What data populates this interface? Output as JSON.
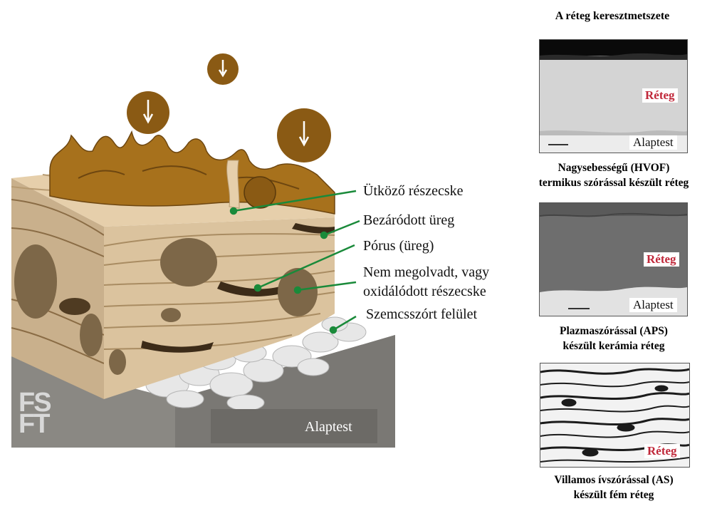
{
  "diagram": {
    "labels": {
      "impact": "Ütköző részecske",
      "closed_void": "Bezáródott üreg",
      "pore": "Pórus (üreg)",
      "unmelted_line1": "Nem megolvadt, vagy",
      "unmelted_line2": "oxidálódott részecske",
      "blasted": "Szemcsszórt felület"
    },
    "substrate_label": "Alaptest",
    "logo_line1": "FS",
    "logo_line2": "FT"
  },
  "cross_section": {
    "title": "A réteg keresztmetszete",
    "panels": [
      {
        "layer_tag": "Réteg",
        "substrate_tag": "Alaptest",
        "caption_line1": "Nagysebességű (HVOF)",
        "caption_line2": "termikus szórással készült réteg"
      },
      {
        "layer_tag": "Réteg",
        "substrate_tag": "Alaptest",
        "caption_line1": "Plazmaszórással (APS)",
        "caption_line2": "készült kerámia réteg"
      },
      {
        "layer_tag": "Réteg",
        "caption_line1": "Villamos ívszórással (AS)",
        "caption_line2": "készült fém réteg"
      }
    ]
  },
  "colors": {
    "molten": "#a7711c",
    "splat": "#e6cfab",
    "substrate": "#6c6a66",
    "leader": "#1a8a3a",
    "tag_red": "#c0283a"
  }
}
